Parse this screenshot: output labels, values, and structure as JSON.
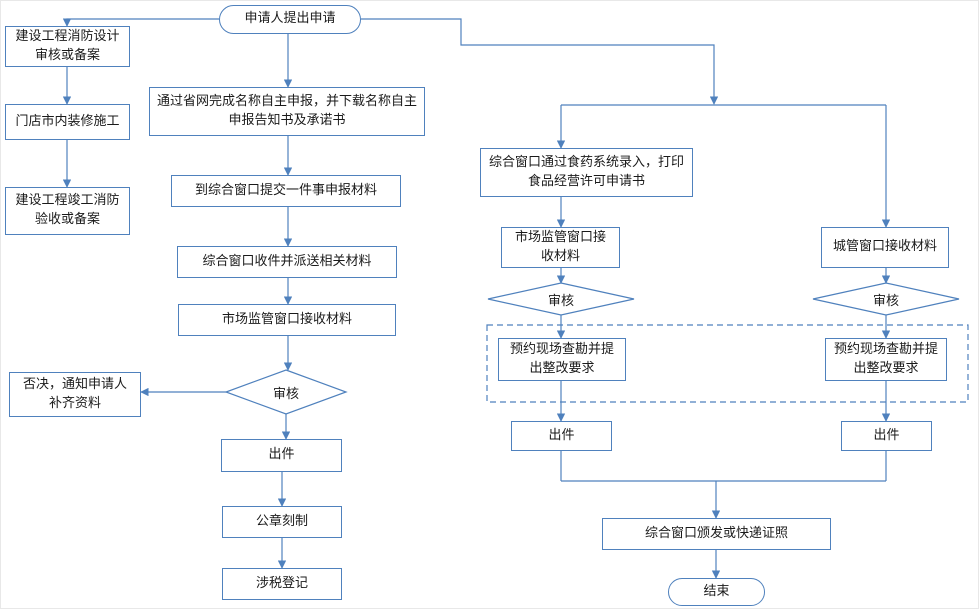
{
  "colors": {
    "line": "#4f81bd",
    "text": "#1a1a1a"
  },
  "nodes": {
    "start": {
      "label": "申请人提出申请"
    },
    "fire_design": {
      "label": "建设工程消防设计审核或备案"
    },
    "renovation": {
      "label": "门店市内装修施工"
    },
    "fire_acceptance": {
      "label": "建设工程竣工消防验收或备案"
    },
    "name_declare": {
      "label": "通过省网完成名称自主申报，并下载名称自主申报告知书及承诺书"
    },
    "submit_materials": {
      "label": "到综合窗口提交一件事申报材料"
    },
    "receive_dispatch": {
      "label": "综合窗口收件并派送相关材料"
    },
    "market_receive": {
      "label": "市场监管窗口接收材料"
    },
    "review1": {
      "label": "审核"
    },
    "reject": {
      "label": "否决，通知申请人补齐资料"
    },
    "issue1": {
      "label": "出件"
    },
    "seal": {
      "label": "公章刻制"
    },
    "tax": {
      "label": "涉税登记"
    },
    "food_entry": {
      "label": "综合窗口通过食药系统录入，打印食品经营许可申请书"
    },
    "market_receive2": {
      "label": "市场监管窗口接收材料"
    },
    "review2": {
      "label": "审核"
    },
    "site_survey1": {
      "label": "预约现场查勘并提出整改要求"
    },
    "issue2": {
      "label": "出件"
    },
    "urban_receive": {
      "label": "城管窗口接收材料"
    },
    "review3": {
      "label": "审核"
    },
    "site_survey2": {
      "label": "预约现场查勘并提出整改要求"
    },
    "issue3": {
      "label": "出件"
    },
    "license_delivery": {
      "label": "综合窗口颁发或快递证照"
    },
    "end": {
      "label": "结束"
    }
  }
}
